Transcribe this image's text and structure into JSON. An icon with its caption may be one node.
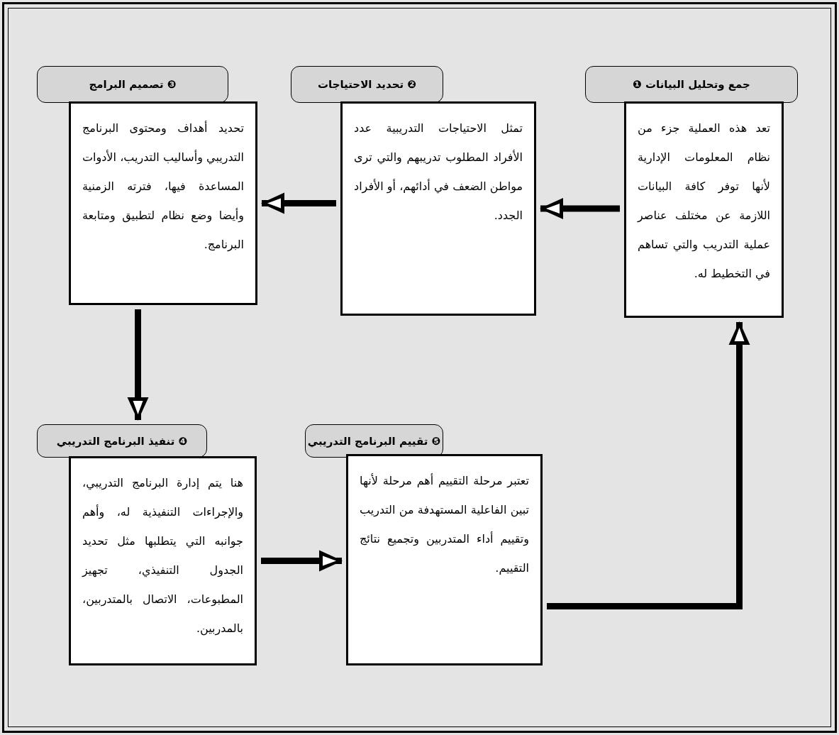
{
  "diagram": {
    "nodes": [
      {
        "text": [
          "جمع وتحليل البيانات ❶"
        ]
      },
      {
        "text": [
          "تعد هذه العملية جزء من نظام المعلومات الإدارية لأنها توفر كافة البيانات اللازمة عن مختلف عناصر عملية التدريب والتي تساهم في التخطيط له."
        ]
      },
      {
        "text": [
          "❷ تحديد الاحتياجات"
        ]
      },
      {
        "text": [
          "تمثل الاحتياجات التدريبية عدد الأفراد المطلوب تدريبهم والتي ترى مواطن الضعف في أدائهم، أو الأفراد الجدد."
        ]
      },
      {
        "text": [
          "❸ تصميم البرامج"
        ]
      },
      {
        "text": [
          "تحديد أهداف ومحتوى البرنامج التدريبي وأساليب التدريب، الأدوات المساعدة فيها، فترته الزمنية وأيضا وضع نظام لتطبيق ومتابعة البرنامج."
        ]
      },
      {
        "text": [
          "❹ تنفيذ البرنامج التدريبي"
        ]
      },
      {
        "text": [
          "هنا يتم إدارة البرنامج التدريبي، والإجراءات التنفيذية له، وأهم جوانبه التي يتطلبها مثل تحديد الجدول التنفيذي، تجهيز المطبوعات، الاتصال بالمتدربين، بالمدربين."
        ]
      },
      {
        "text": [
          "❺ تقييم البرنامج التدريبي"
        ]
      },
      {
        "text": [
          "تعتبر مرحلة التقييم أهم مرحلة لأنها تبين الفاعلية المستهدفة من التدريب وتقييم أداء المتدربين وتجميع نتائج التقييم."
        ]
      }
    ],
    "edges": [
      {
        "from": 1,
        "to": 3,
        "arrow": "to"
      },
      {
        "from": 3,
        "to": 5,
        "arrow": "to"
      },
      {
        "from": 5,
        "to": 6,
        "arrow": "to"
      },
      {
        "from": 7,
        "to": 9,
        "arrow": "to"
      },
      {
        "from": 9,
        "to": 1,
        "arrow": "to"
      }
    ]
  }
}
